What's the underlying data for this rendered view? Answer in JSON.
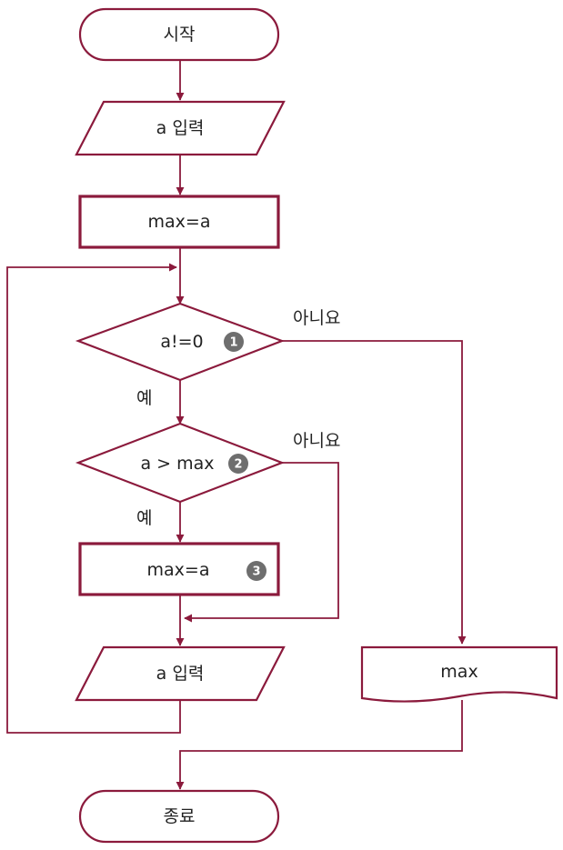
{
  "flow": {
    "start": "시작",
    "input1": "a 입력",
    "init": "max=a",
    "cond1": "a!=0",
    "cond1_badge": "1",
    "cond1_no": "아니요",
    "cond1_yes": "예",
    "cond2": "a > max",
    "cond2_badge": "2",
    "cond2_no": "아니요",
    "cond2_yes": "예",
    "assign": "max=a",
    "assign_badge": "3",
    "input2": "a 입력",
    "output": "max",
    "end": "종료"
  },
  "colors": {
    "line": "#8b1a3c",
    "badge": "#6e6e6e",
    "text": "#222222"
  }
}
